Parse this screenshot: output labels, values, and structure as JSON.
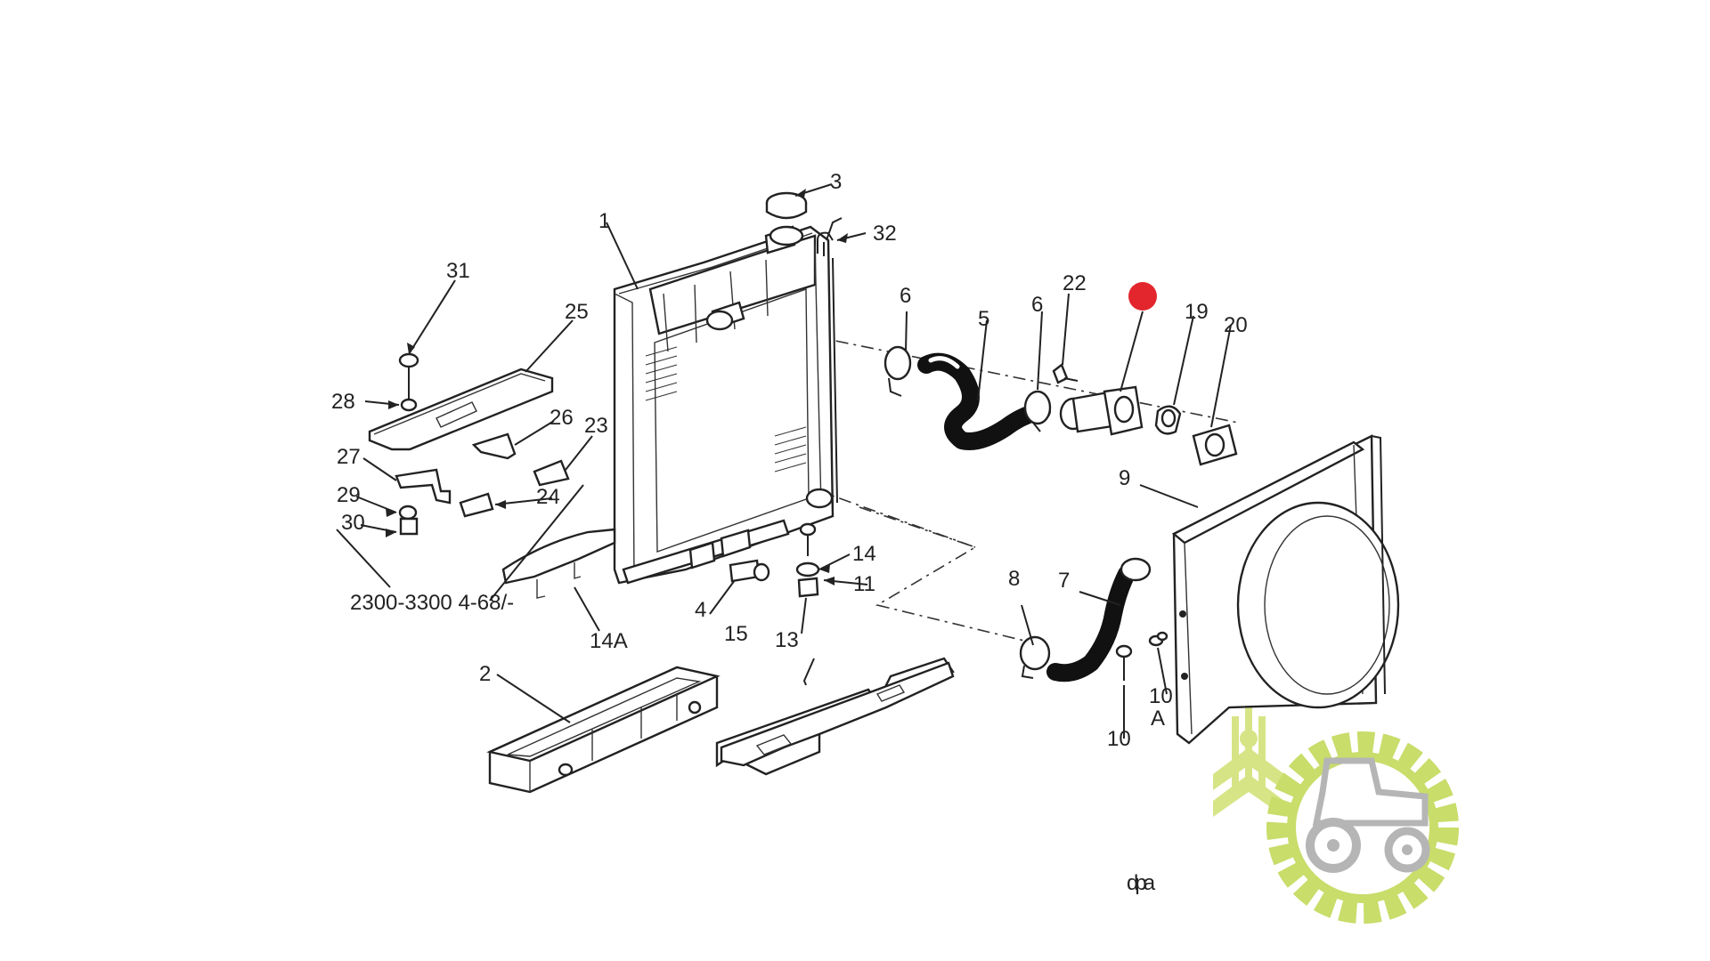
{
  "diagram": {
    "labels": {
      "l1": "1",
      "l2": "2",
      "l3": "3",
      "l4": "4",
      "l5": "5",
      "l6a": "6",
      "l6b": "6",
      "l7": "7",
      "l8": "8",
      "l9": "9",
      "l10a": "10",
      "l10b": "10",
      "l10A": "A",
      "l11": "11",
      "l13": "13",
      "l14": "14",
      "l14A": "14A",
      "l15": "15",
      "l19": "19",
      "l20": "20",
      "l22": "22",
      "l23": "23",
      "l24": "24",
      "l25": "25",
      "l26": "26",
      "l27": "27",
      "l28": "28",
      "l29": "29",
      "l30": "30",
      "l31": "31",
      "l32": "32",
      "model": "2300-3300 4-68/-"
    },
    "highlight_color": "#e3262d"
  },
  "logo": {
    "text": "dpa",
    "text_color": "#9e9e9e",
    "gear_color": "#c8dd6a",
    "wheat_color": "#d3e27a",
    "tractor_color": "#b5b5b5"
  }
}
